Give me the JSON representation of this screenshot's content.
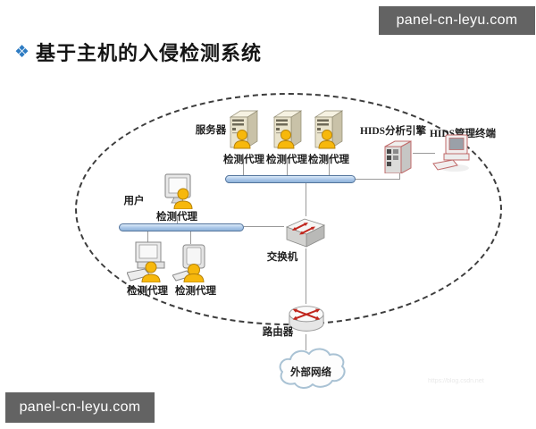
{
  "badges": {
    "top_right": "panel-cn-leyu.com",
    "bottom_left": "panel-cn-leyu.com"
  },
  "title": {
    "bullet": "❖",
    "text": "基于主机的入侵检测系统"
  },
  "diagram": {
    "labels": {
      "servers": "服务器",
      "engine": "HIDS分析引擎",
      "terminal": "HIDS管理终端",
      "user": "用户",
      "switch": "交换机",
      "router": "路由器",
      "cloud": "外部网络"
    },
    "agents": [
      "检测代理",
      "检测代理",
      "检测代理",
      "检测代理",
      "检测代理",
      "检测代理"
    ]
  },
  "watermark": {
    "text": "https://blog.csdn.net"
  },
  "colors": {
    "accent_bullet": "#2e7cc3",
    "badge_bg": "#636363",
    "bus_fill": "#a9c6e8",
    "bus_border": "#53749c",
    "arrow_red": "#c0251c",
    "server_cream": "#eae4cd",
    "hids_outline": "#c06a6a",
    "person_orange": "#f7b80c",
    "cloud_stroke": "#a9c2d4"
  }
}
